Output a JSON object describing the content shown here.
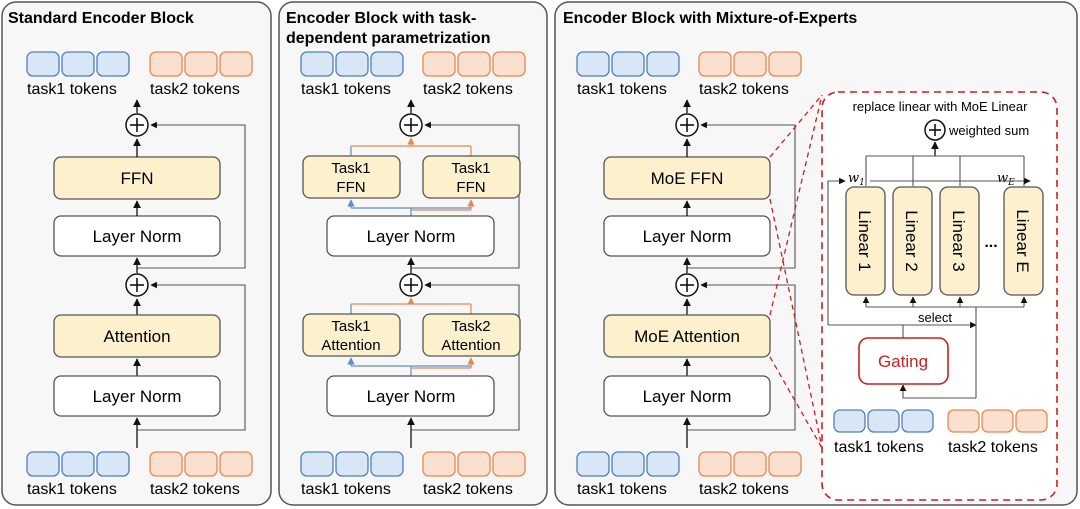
{
  "panels": {
    "standard": {
      "title": "Standard Encoder Block",
      "ffn": "FFN",
      "layer_norm_top": "Layer Norm",
      "attention": "Attention",
      "layer_norm_bottom": "Layer Norm",
      "task1_tokens": "task1 tokens",
      "task2_tokens": "task2 tokens"
    },
    "task_dependent": {
      "title_line1": "Encoder Block with task-",
      "title_line2": "dependent parametrization",
      "task1_ffn_line1": "Task1",
      "task1_ffn_line2": "FFN",
      "task2_ffn_line1": "Task1",
      "task2_ffn_line2": "FFN",
      "layer_norm_top": "Layer Norm",
      "task1_attn_line1": "Task1",
      "task1_attn_line2": "Attention",
      "task2_attn_line1": "Task2",
      "task2_attn_line2": "Attention",
      "layer_norm_bottom": "Layer Norm",
      "task1_tokens": "task1 tokens",
      "task2_tokens": "task2 tokens"
    },
    "moe": {
      "title": "Encoder Block with Mixture-of-Experts",
      "moe_ffn": "MoE FFN",
      "layer_norm_top": "Layer Norm",
      "moe_attention": "MoE Attention",
      "layer_norm_bottom": "Layer Norm",
      "task1_tokens": "task1 tokens",
      "task2_tokens": "task2 tokens",
      "inset": {
        "title": "replace linear with MoE Linear",
        "weighted_sum": "weighted sum",
        "w_first": "w",
        "w_first_sub": "1",
        "w_last": "w",
        "w_last_sub": "E",
        "linear1": "Linear 1",
        "linear2": "Linear 2",
        "linear3": "Linear 3",
        "ellipsis": "...",
        "linearE": "Linear E",
        "select": "select",
        "gating": "Gating",
        "task1_tokens": "task1 tokens",
        "task2_tokens": "task2 tokens"
      }
    }
  },
  "colors": {
    "panel_border": "#555555",
    "panel_fill": "#f7f7f7",
    "module_fill": "#fdf0cd",
    "norm_fill": "#ffffff",
    "task1_token_fill": "#d9e6f5",
    "task1_token_stroke": "#4f7fbf",
    "task2_token_fill": "#fbe0cf",
    "task2_token_stroke": "#e8874f",
    "inset_dash": "#cc1f1f",
    "gating_stroke": "#cc1f1f",
    "line": "#555555",
    "task1_route": "#5b8fd0",
    "task2_route": "#e8874f"
  }
}
